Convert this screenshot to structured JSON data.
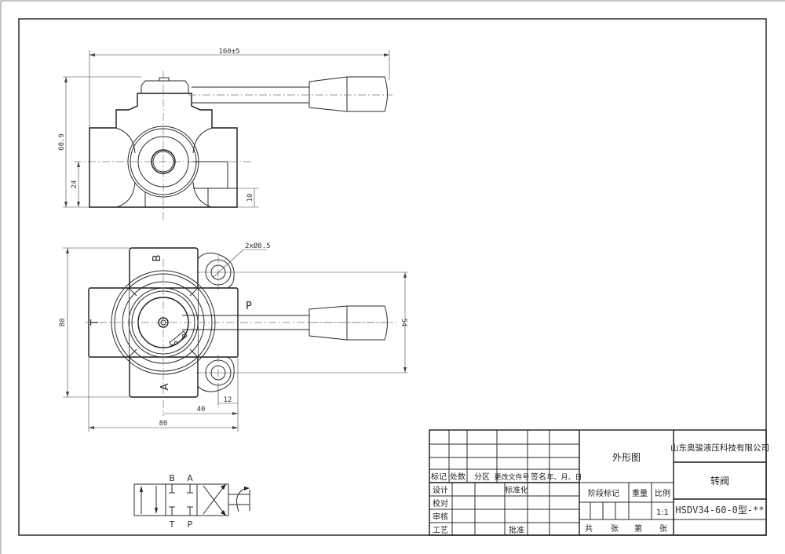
{
  "drawing": {
    "side_view": {
      "dims": {
        "overall_length": "160±5",
        "height": "68.9",
        "port_height": "24",
        "base_offset": "10"
      }
    },
    "top_view": {
      "port_labels": {
        "B": "B",
        "A": "A",
        "T": "T",
        "P": "P"
      },
      "dims": {
        "mount_holes": "2xØ8.5",
        "body_height": "80",
        "hole_spacing": "54",
        "flange_offset": "12",
        "center_offset": "40",
        "body_width": "80"
      }
    },
    "hydraulic_symbol": {
      "top_ports": [
        "B",
        "A"
      ],
      "bottom_ports": [
        "T",
        "P"
      ]
    }
  },
  "title_block": {
    "revision_headers": [
      "标记",
      "处数",
      "分区",
      "更改文件号",
      "签名",
      "年、月、日"
    ],
    "approval_rows": [
      {
        "label": "设计",
        "label2": "标准化"
      },
      {
        "label": "校对",
        "label2": ""
      },
      {
        "label": "审核",
        "label2": ""
      },
      {
        "label": "工艺",
        "label2": "批准"
      }
    ],
    "drawing_type": "外形图",
    "stage_label": "阶段标记",
    "weight_label": "重量",
    "scale_label": "比例",
    "scale_value": "1:1",
    "sheets": {
      "total": "共",
      "total_unit": "张",
      "sheet": "第",
      "sheet_unit": "张"
    },
    "company": "山东奥骏液压科技有限公司",
    "part_name": "转阀",
    "model_number": "HSDV34-60-0型-**"
  },
  "colors": {
    "line": "#2a2a2a",
    "background": "#ffffff",
    "center_line": "#777777"
  }
}
